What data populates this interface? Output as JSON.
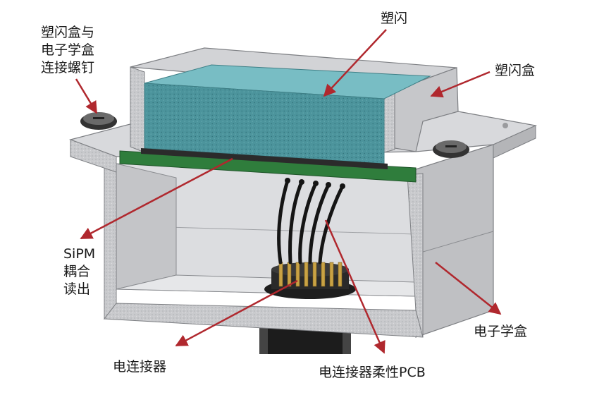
{
  "labels": {
    "screw": [
      "塑闪盒与",
      "电子学盒",
      "连接螺钉"
    ],
    "scintillator": "塑闪",
    "scint_box": "塑闪盒",
    "sipm": [
      "SiPM",
      "耦合",
      "读出"
    ],
    "electronics_box": "电子学盒",
    "connector": "电连接器",
    "flex_pcb": "电连接器柔性PCB"
  },
  "colors": {
    "arrow": "#b0282e",
    "scintillator": "#4e9aa2",
    "pcb": "#2f7d3c",
    "box": "#cfd0d3",
    "box_dark": "#a8aaae"
  }
}
